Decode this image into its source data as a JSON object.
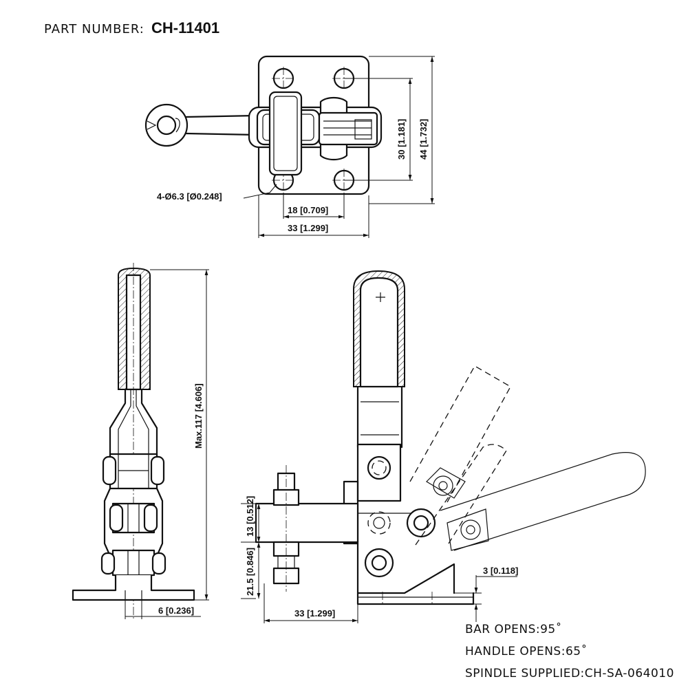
{
  "header": {
    "part_label": "PART NUMBER:",
    "part_number": "CH-11401"
  },
  "top_view": {
    "hole_label": "4-Ø6.3 [Ø0.248]",
    "width_inner": "18 [0.709]",
    "width_outer": "33 [1.299]",
    "height_inner": "30 [1.181]",
    "height_outer": "44 [1.732]"
  },
  "side_view": {
    "max_height": "Max.117 [4.606]",
    "base_offset": "6 [0.236]"
  },
  "front_view": {
    "spindle_height": "13 [0.512]",
    "base_height": "21.5 [0.846]",
    "reach": "33 [1.299]",
    "base_thickness": "3 [0.118]"
  },
  "notes": {
    "bar_opens": "BAR OPENS:95˚",
    "handle_opens": "HANDLE OPENS:65˚",
    "spindle": "SPINDLE SUPPLIED:CH-SA-064010"
  }
}
